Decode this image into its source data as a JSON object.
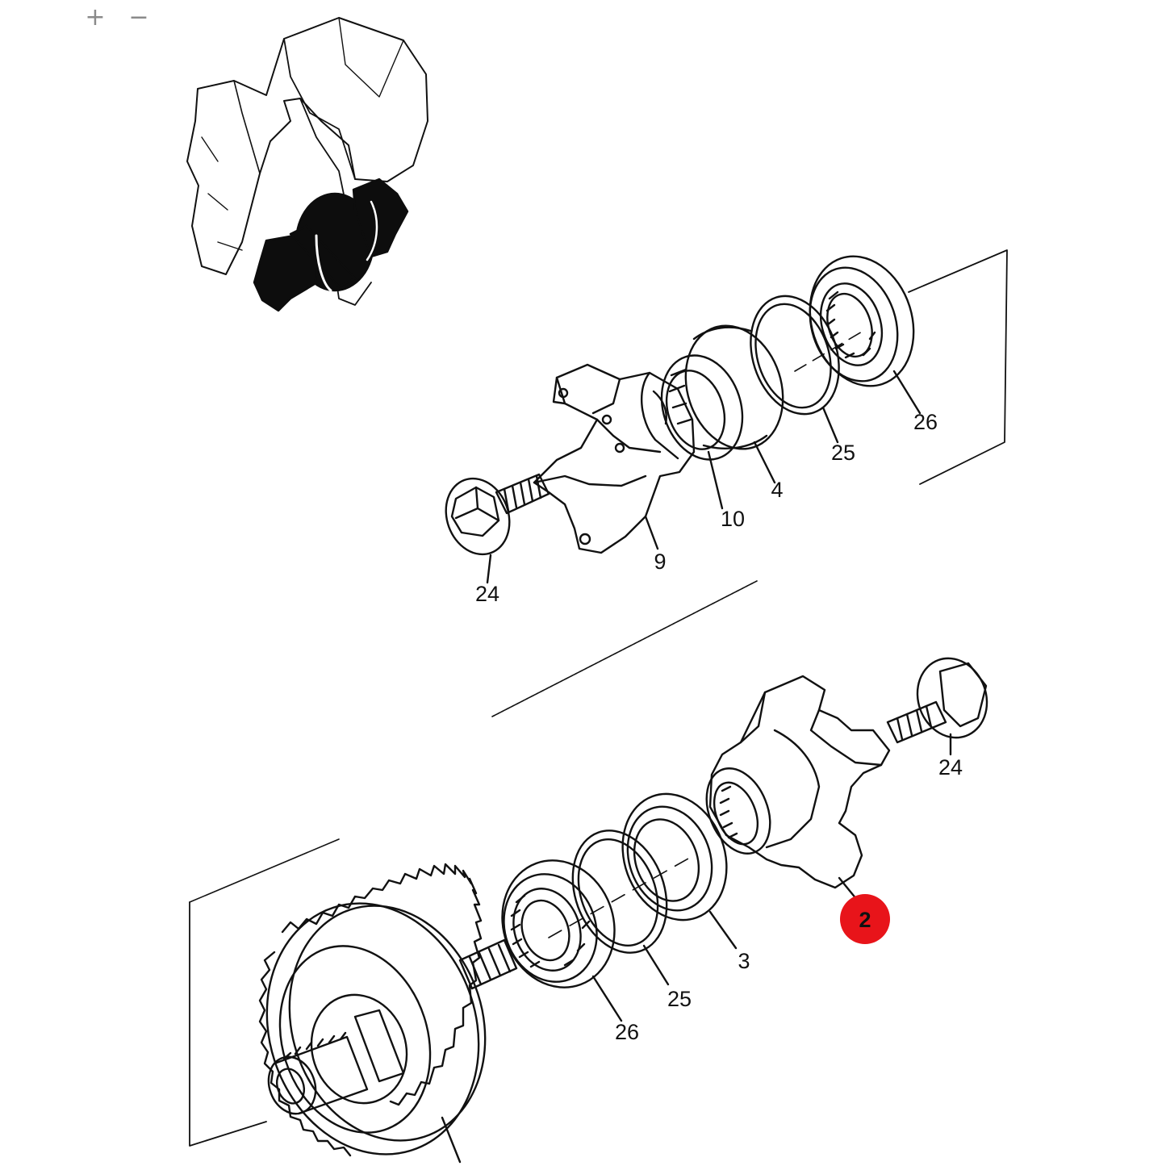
{
  "toolbar": {
    "zoom_in_icon": "plus-icon",
    "zoom_out_icon": "minus-icon",
    "zoom_in_glyph": "+",
    "zoom_out_glyph": "−"
  },
  "callouts": {
    "upper": {
      "bolt": "24",
      "flange_yoke": "9",
      "seal_spacer": "10",
      "seal": "4",
      "snap_ring": "25",
      "bearing": "26"
    },
    "lower": {
      "bolt": "24",
      "flange_yoke": "2",
      "seal": "3",
      "snap_ring": "25",
      "bearing": "26"
    }
  },
  "highlight": {
    "selected_callout": "2",
    "color": "#e8141a"
  },
  "colors": {
    "line": "#111111",
    "background": "#ffffff",
    "zoom_glyph": "#8a8a8a"
  }
}
